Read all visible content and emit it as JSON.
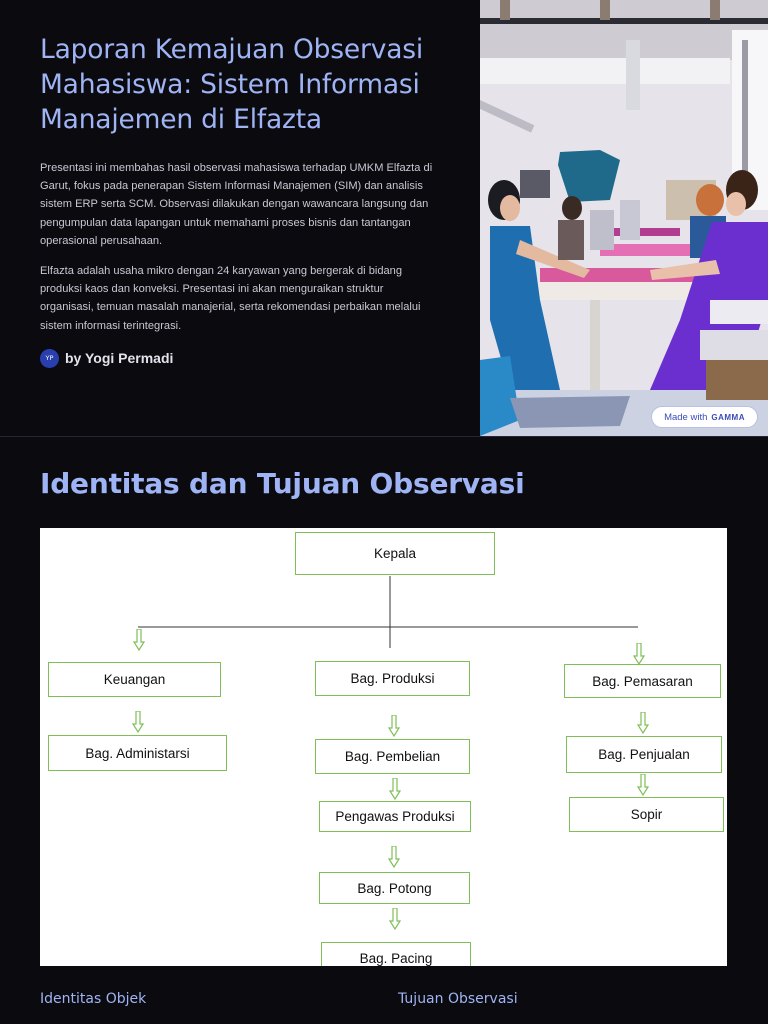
{
  "slide1": {
    "title": "Laporan Kemajuan Observasi Mahasiswa: Sistem Informasi Manajemen di Elfazta",
    "paragraph1": "Presentasi ini membahas hasil observasi mahasiswa terhadap UMKM Elfazta di Garut, fokus pada penerapan Sistem Informasi Manajemen (SIM) dan analisis sistem ERP serta SCM. Observasi dilakukan dengan wawancara langsung dan pengumpulan data lapangan untuk memahami proses bisnis dan tantangan operasional perusahaan.",
    "paragraph2": "Elfazta adalah usaha mikro dengan 24 karyawan yang bergerak di bidang produksi kaos dan konveksi. Presentasi ini akan menguraikan struktur organisasi, temuan masalah manajerial, serta rekomendasi perbaikan melalui sistem informasi terintegrasi.",
    "author_initials": "YP",
    "author": "by Yogi Permadi",
    "badge_prefix": "Made with",
    "badge_brand": "GAMMA",
    "photo_icon": "garment-workshop-illustration"
  },
  "slide2": {
    "title": "Identitas dan Tujuan Observasi",
    "org_chart": {
      "head": "Kepala",
      "keuangan": "Keuangan",
      "administrasi": "Bag. Administarsi",
      "produksi": "Bag. Produksi",
      "pembelian": "Bag. Pembelian",
      "pengawas": "Pengawas Produksi",
      "potong": "Bag. Potong",
      "pacing": "Bag. Pacing",
      "pemasaran": "Bag. Pemasaran",
      "penjualan": "Bag. Penjualan",
      "sopir": "Sopir"
    },
    "label_left": "Identitas Objek",
    "label_right": "Tujuan Observasi"
  },
  "colors": {
    "background": "#0b0a0f",
    "accent": "#9fb4f4",
    "node_border": "#7fbf5a"
  }
}
